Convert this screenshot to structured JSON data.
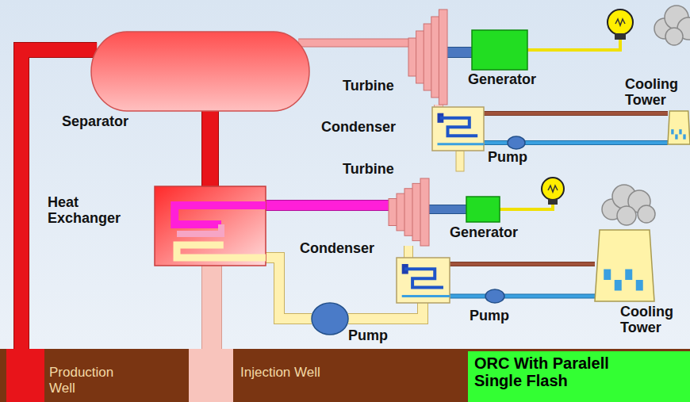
{
  "diagram": {
    "title": "ORC With Paralell Single Flash",
    "nodes": [
      {
        "text": [
          "Separator"
        ]
      },
      {
        "text": [
          "Turbine"
        ]
      },
      {
        "text": [
          "Generator"
        ]
      },
      {
        "text": [
          "Cooling Tower"
        ]
      },
      {
        "text": [
          "Condenser"
        ]
      },
      {
        "text": [
          "Pump"
        ]
      },
      {
        "text": [
          "Heat Exchanger"
        ]
      },
      {
        "text": [
          "Turbine"
        ]
      },
      {
        "text": [
          "Generator"
        ]
      },
      {
        "text": [
          "Condenser"
        ]
      },
      {
        "text": [
          "Pump"
        ]
      },
      {
        "text": [
          "Cooling Tower"
        ]
      },
      {
        "text": [
          "Pump"
        ]
      },
      {
        "text": [
          "Production Well"
        ]
      },
      {
        "text": [
          "Injection Well"
        ]
      }
    ],
    "edges": [
      {
        "from": 13,
        "to": 0,
        "arrow": "none"
      },
      {
        "from": 0,
        "to": 1,
        "arrow": "none"
      },
      {
        "from": 1,
        "to": 2,
        "arrow": "none"
      },
      {
        "from": 1,
        "to": 4,
        "arrow": "none"
      },
      {
        "from": 4,
        "to": 3,
        "arrow": "none"
      },
      {
        "from": 4,
        "to": 5,
        "arrow": "none"
      },
      {
        "from": 5,
        "to": 3,
        "arrow": "none"
      },
      {
        "from": 0,
        "to": 6,
        "arrow": "none"
      },
      {
        "from": 6,
        "to": 7,
        "arrow": "none"
      },
      {
        "from": 7,
        "to": 8,
        "arrow": "none"
      },
      {
        "from": 6,
        "to": 14,
        "arrow": "none"
      },
      {
        "from": 7,
        "to": 9,
        "arrow": "none"
      },
      {
        "from": 9,
        "to": 11,
        "arrow": "none"
      },
      {
        "from": 9,
        "to": 10,
        "arrow": "none"
      },
      {
        "from": 10,
        "to": 11,
        "arrow": "none"
      },
      {
        "from": 9,
        "to": 12,
        "arrow": "none"
      },
      {
        "from": 12,
        "to": 6,
        "arrow": "none"
      }
    ]
  }
}
